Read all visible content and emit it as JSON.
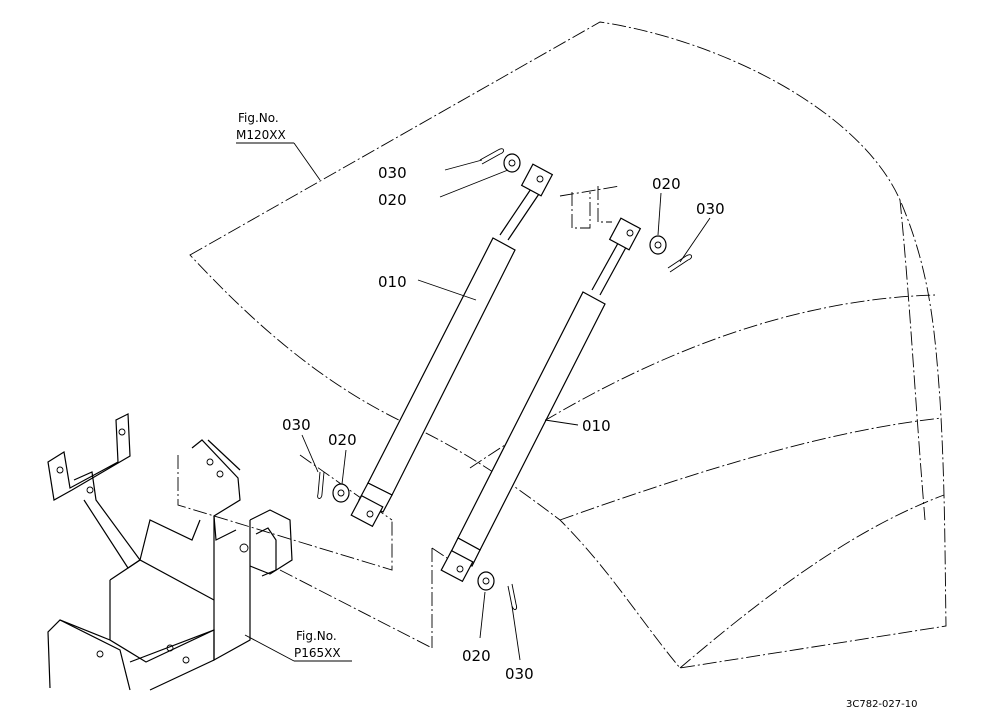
{
  "callouts": {
    "top_pin": "030",
    "top_washer": "020",
    "right_washer": "020",
    "right_pin": "030",
    "left_strut": "010",
    "right_strut": "010",
    "bottom_left_pin": "030",
    "bottom_left_washer": "020",
    "bottom_washer": "020",
    "bottom_pin": "030"
  },
  "figure_refs": {
    "upper_fig_label": "Fig.No.",
    "upper_fig_number": "M120XX",
    "lower_fig_label": "Fig.No.",
    "lower_fig_number": "P165XX"
  },
  "drawing_code": "3C782-027-10"
}
